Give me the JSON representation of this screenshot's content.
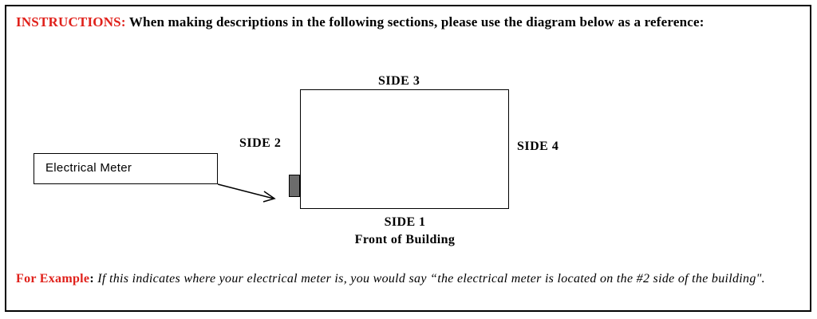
{
  "instructions": {
    "label": "INSTRUCTIONS:",
    "text": "When making descriptions in the following sections, please use the diagram below as a reference:"
  },
  "diagram": {
    "meter_label": "Electrical Meter",
    "side3": "SIDE 3",
    "side2": "SIDE 2",
    "side4": "SIDE 4",
    "side1": "SIDE 1",
    "side1_caption": "Front of Building"
  },
  "example": {
    "label": "For Example",
    "colon": ":",
    "text": "If this indicates where your electrical meter is, you would say “the electrical meter is located on the #2 side of the building\"."
  },
  "colors": {
    "accent_red": "#e0211b",
    "meter_fill": "#6c6c6c"
  }
}
